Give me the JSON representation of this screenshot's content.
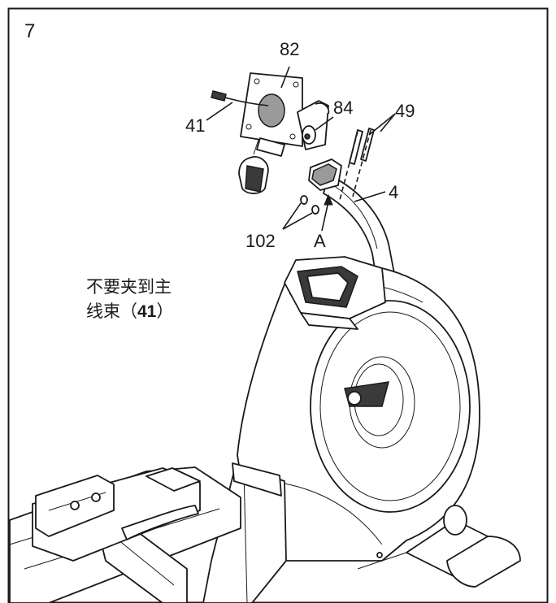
{
  "step_number": "7",
  "callouts": {
    "part_82": "82",
    "part_84": "84",
    "part_49": "49",
    "part_41": "41",
    "part_4": "4",
    "part_102": "102",
    "point_a": "A"
  },
  "note": {
    "line1": "不要夹到主",
    "line2_prefix": "线束（",
    "line2_bold": "41",
    "line2_suffix": "）"
  }
}
